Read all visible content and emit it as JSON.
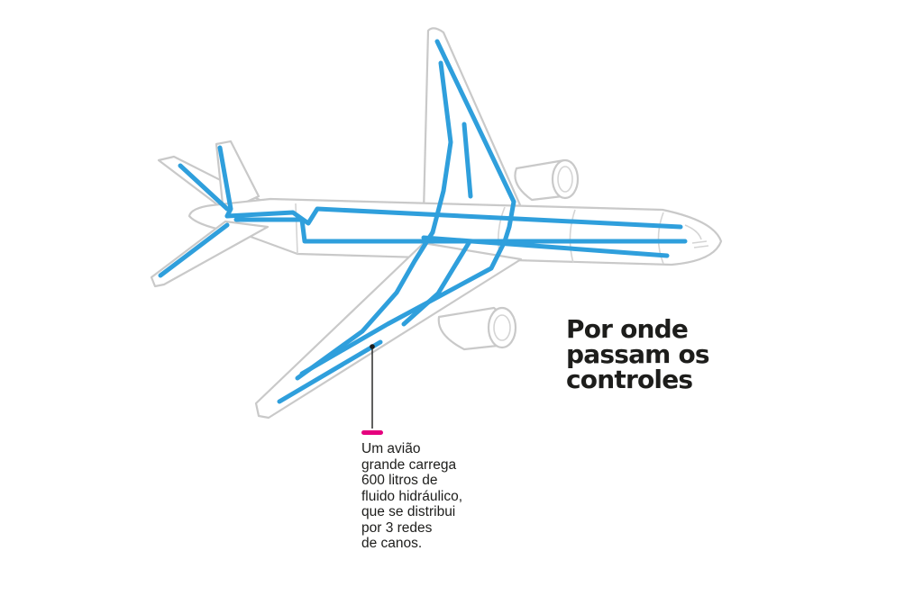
{
  "title": {
    "lines": [
      "Por onde",
      "passam os",
      "controles"
    ]
  },
  "callout": {
    "lines": [
      "Um avião",
      "grande carrega",
      "600 litros de",
      "fluido hidráulico,",
      "que se distribui",
      "por 3 redes",
      "de canos."
    ]
  },
  "colors": {
    "hydraulic_lines": "#2f9fdc",
    "airframe_outline": "#c9c9c9",
    "callout_marker": "#e5007e",
    "text": "#1d1d1b"
  }
}
